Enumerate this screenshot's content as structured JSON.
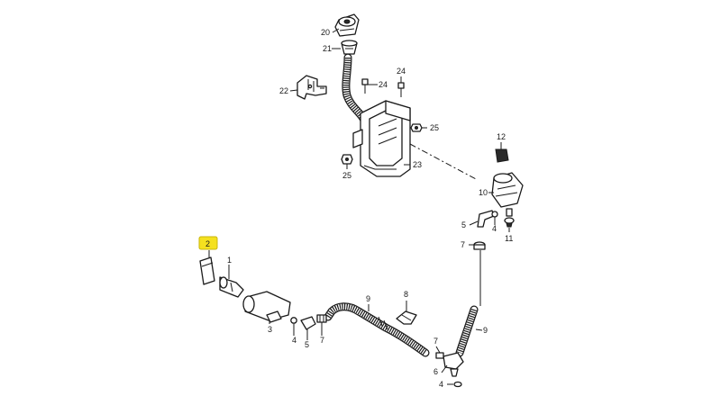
{
  "diagram": {
    "highlight_color": "#f5e11f",
    "callouts": {
      "c20": "20",
      "c21": "21",
      "c22": "22",
      "c24a": "24",
      "c24b": "24",
      "c25a": "25",
      "c25b": "25",
      "c23": "23",
      "c12": "12",
      "c10": "10",
      "c5a": "5",
      "c4a": "4",
      "c7a": "7",
      "c11": "11",
      "c2": "2",
      "c1": "1",
      "c3": "3",
      "c4b": "4",
      "c5b": "5",
      "c7b": "7",
      "c9a": "9",
      "c8": "8",
      "c9b": "9",
      "c7c": "7",
      "c6": "6",
      "c4c": "4"
    }
  }
}
